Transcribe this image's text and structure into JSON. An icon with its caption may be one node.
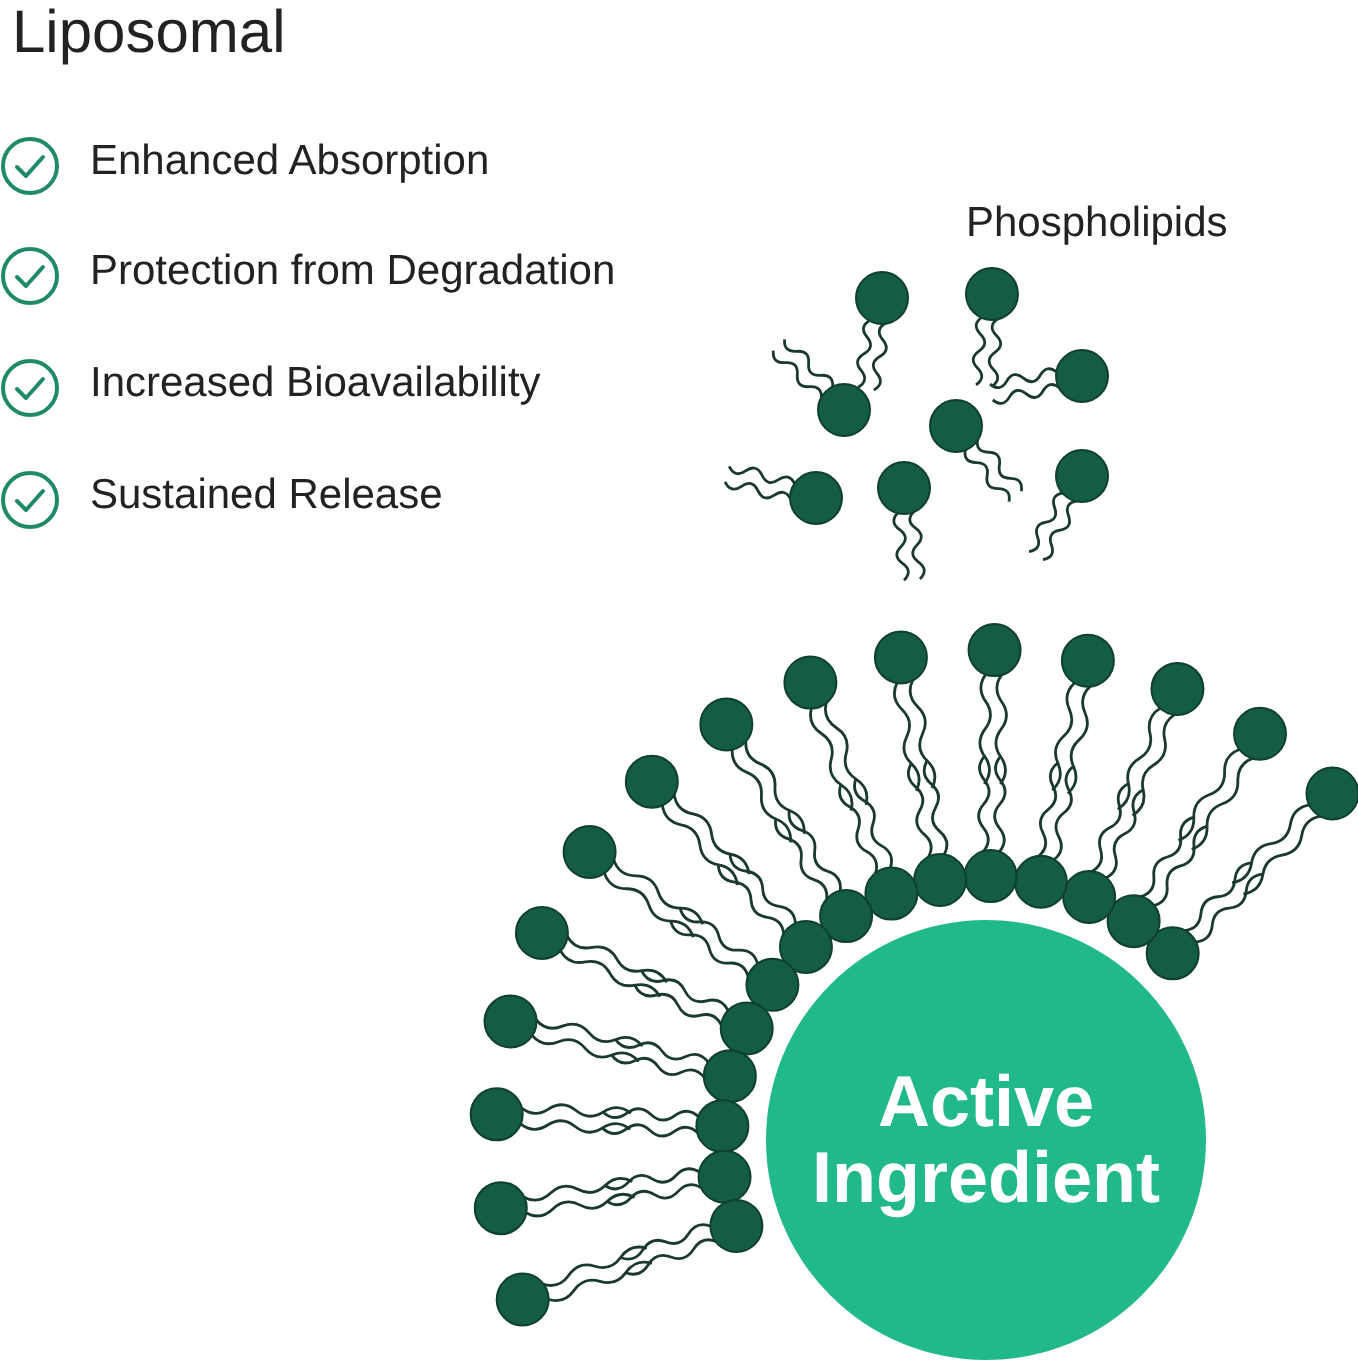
{
  "diagram": {
    "title": "Liposomal",
    "nodes": [
      {
        "text": [
          "Active Ingredient"
        ]
      }
    ],
    "edges": [],
    "labels": [
      "Enhanced Absorption",
      "Protection from Degradation",
      "Increased Bioavailability",
      "Sustained Release",
      "Phospholipids"
    ]
  }
}
